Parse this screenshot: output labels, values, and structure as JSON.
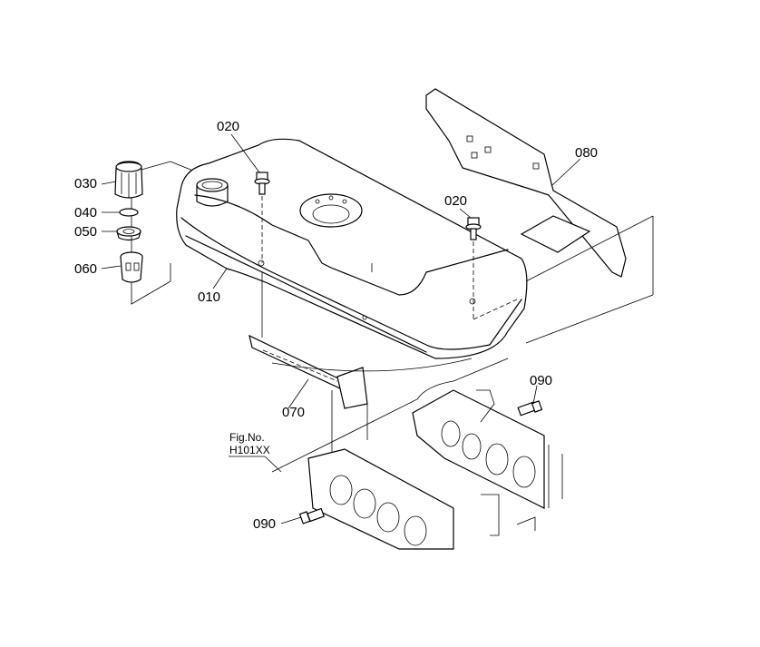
{
  "diagram": {
    "callouts": [
      {
        "id": "callout-020-left",
        "text": "020"
      },
      {
        "id": "callout-020-right",
        "text": "020"
      },
      {
        "id": "callout-030",
        "text": "030"
      },
      {
        "id": "callout-040",
        "text": "040"
      },
      {
        "id": "callout-050",
        "text": "050"
      },
      {
        "id": "callout-060",
        "text": "060"
      },
      {
        "id": "callout-010",
        "text": "010"
      },
      {
        "id": "callout-070",
        "text": "070"
      },
      {
        "id": "callout-080",
        "text": "080"
      },
      {
        "id": "callout-090-right",
        "text": "090"
      },
      {
        "id": "callout-090-left",
        "text": "090"
      }
    ],
    "figure_ref": {
      "label": "Fig.No.",
      "number": "H101XX"
    }
  }
}
